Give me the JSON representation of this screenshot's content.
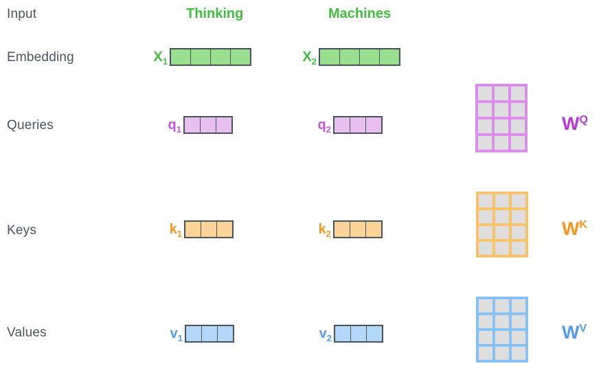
{
  "rows": [
    {
      "id": "input",
      "label": "Input"
    },
    {
      "id": "embedding",
      "label": "Embedding"
    },
    {
      "id": "queries",
      "label": "Queries"
    },
    {
      "id": "keys",
      "label": "Keys"
    },
    {
      "id": "values",
      "label": "Values"
    }
  ],
  "tokens": [
    {
      "label": "Thinking"
    },
    {
      "label": "Machines"
    }
  ],
  "vectors": [
    {
      "id": "x1",
      "base": "X",
      "sub": "1",
      "cells": 4,
      "fill": "#9ade90",
      "label_color": "#3ebd3e"
    },
    {
      "id": "x2",
      "base": "X",
      "sub": "2",
      "cells": 4,
      "fill": "#9ade90",
      "label_color": "#3ebd3e"
    },
    {
      "id": "q1",
      "base": "q",
      "sub": "1",
      "cells": 3,
      "fill": "#e7c0f1",
      "label_color": "#c353e0"
    },
    {
      "id": "q2",
      "base": "q",
      "sub": "2",
      "cells": 3,
      "fill": "#e7c0f1",
      "label_color": "#c353e0"
    },
    {
      "id": "k1",
      "base": "k",
      "sub": "1",
      "cells": 3,
      "fill": "#fcd398",
      "label_color": "#f7941d"
    },
    {
      "id": "k2",
      "base": "k",
      "sub": "2",
      "cells": 3,
      "fill": "#fcd398",
      "label_color": "#f7941d"
    },
    {
      "id": "v1",
      "base": "v",
      "sub": "1",
      "cells": 3,
      "fill": "#b3d8f7",
      "label_color": "#4f9bf2"
    },
    {
      "id": "v2",
      "base": "v",
      "sub": "2",
      "cells": 3,
      "fill": "#b3d8f7",
      "label_color": "#4f9bf2"
    }
  ],
  "matrices": [
    {
      "id": "wq",
      "base": "W",
      "sup": "Q",
      "cols": 3,
      "rows": 4,
      "accent": "#da8de9",
      "cell_fill": "#dedede",
      "label_color": "#b836dd"
    },
    {
      "id": "wk",
      "base": "W",
      "sup": "K",
      "cols": 3,
      "rows": 4,
      "accent": "#f9c269",
      "cell_fill": "#dedede",
      "label_color": "#f7941d"
    },
    {
      "id": "wv",
      "base": "W",
      "sup": "V",
      "cols": 3,
      "rows": 4,
      "accent": "#85c1f5",
      "cell_fill": "#dedede",
      "label_color": "#4f9bf2"
    }
  ],
  "colors": {
    "token_green": "#3ec03e",
    "row_label": "#4a5360",
    "cell_border": "#49525a",
    "background": "#ffffff"
  }
}
